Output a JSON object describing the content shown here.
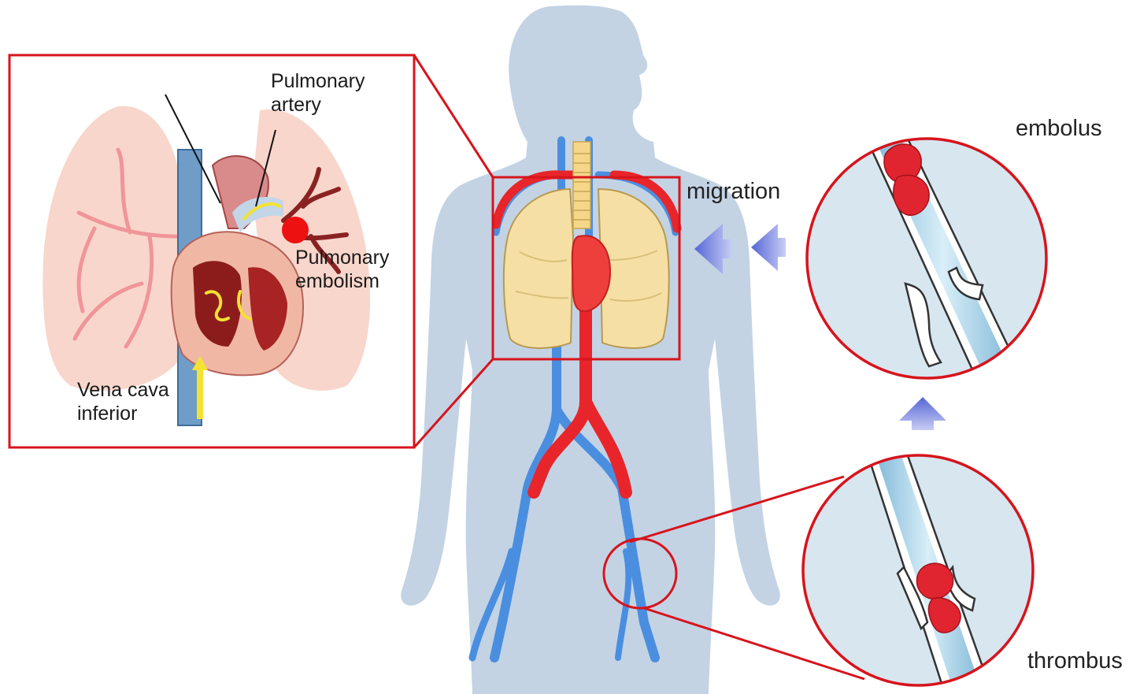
{
  "labels": {
    "pulmonary_artery": [
      "Pulmonary",
      "artery"
    ],
    "pulmonary_embolism": [
      "Pulmonary",
      "embolism"
    ],
    "vena_cava_inferior": [
      "Vena cava",
      "inferior"
    ],
    "migration": "migration",
    "embolus": "embolus",
    "thrombus": "thrombus"
  },
  "colors": {
    "body_silhouette": "#c3d3e4",
    "highlight_frame": "#d7141c",
    "artery": "#e8252b",
    "vein": "#4a8ee0",
    "lung": "#f5dfa4",
    "heart": "#ee3f3c",
    "clot": "#e02530",
    "vessel_lumen": "#b9dcec",
    "arrow": "#6f7fd9"
  }
}
